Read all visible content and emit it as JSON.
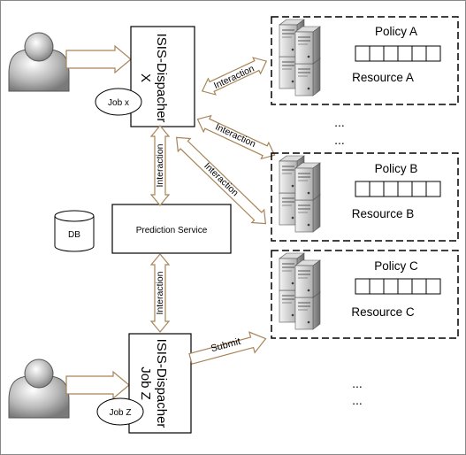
{
  "dispatcher_x": {
    "title": "ISIS-Dispacher",
    "subtitle": "X",
    "job": "Job x"
  },
  "dispatcher_z": {
    "title": "ISIS-Dispacher",
    "subtitle": "Job Z",
    "job": "Job Z"
  },
  "prediction": {
    "label": "Prediction Service"
  },
  "db": {
    "label": "DB"
  },
  "resources": [
    {
      "policy": "Policy A",
      "resource": "Resource A"
    },
    {
      "policy": "Policy B",
      "resource": "Resource B"
    },
    {
      "policy": "Policy C",
      "resource": "Resource C"
    }
  ],
  "links": {
    "interaction_a": "Interaction",
    "interaction_b1": "Interaction",
    "interaction_b2": "Interaction",
    "interaction_dispatcher_prediction": "Interaction",
    "interaction_prediction_z": "Interaction",
    "submit": "Submit"
  },
  "ellipsis": {
    "between_a_b": "...",
    "bottom": "..."
  },
  "colors": {
    "arrow_fill": "#ffffff",
    "arrow_stroke": "#a88458",
    "user_gray": "#a8a8a8",
    "server_gray": "#b5b5b5"
  }
}
